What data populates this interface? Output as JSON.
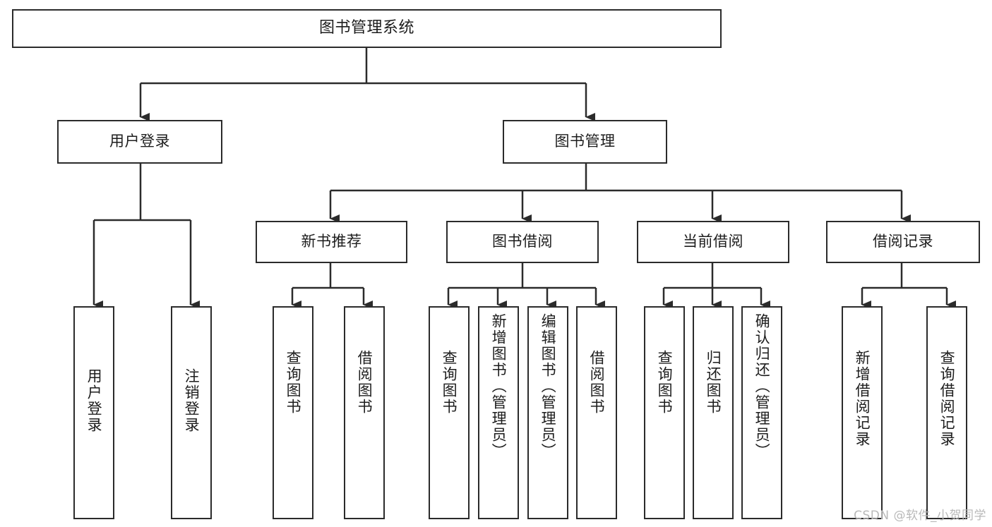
{
  "diagram": {
    "title": "图书管理系统",
    "type": "tree-hierarchy-diagram",
    "root": {
      "id": "root",
      "label": "图书管理系统"
    },
    "level2": [
      {
        "id": "user-login",
        "label": "用户登录"
      },
      {
        "id": "book-manage",
        "label": "图书管理"
      }
    ],
    "level3": [
      {
        "id": "new-book-recommend",
        "label": "新书推荐"
      },
      {
        "id": "book-borrow",
        "label": "图书借阅"
      },
      {
        "id": "current-borrow",
        "label": "当前借阅"
      },
      {
        "id": "borrow-record",
        "label": "借阅记录"
      }
    ],
    "leaves": {
      "user_login": [
        {
          "id": "leaf-user-login",
          "label": "用户登录"
        },
        {
          "id": "leaf-logout-login",
          "label": "注销登录"
        }
      ],
      "new_book_recommend": [
        {
          "id": "leaf-query-book-1",
          "label": "查询图书"
        },
        {
          "id": "leaf-borrow-book-1",
          "label": "借阅图书"
        }
      ],
      "book_borrow": [
        {
          "id": "leaf-query-book-2",
          "label": "查询图书"
        },
        {
          "id": "leaf-add-book",
          "label": "新增图书（管理员）"
        },
        {
          "id": "leaf-edit-book",
          "label": "编辑图书（管理员）"
        },
        {
          "id": "leaf-borrow-book-2",
          "label": "借阅图书"
        }
      ],
      "current_borrow": [
        {
          "id": "leaf-query-book-3",
          "label": "查询图书"
        },
        {
          "id": "leaf-return-book",
          "label": "归还图书"
        },
        {
          "id": "leaf-confirm-return",
          "label": "确认归还（管理员）"
        }
      ],
      "borrow_record": [
        {
          "id": "leaf-add-record",
          "label": "新增借阅记录"
        },
        {
          "id": "leaf-query-record",
          "label": "查询借阅记录"
        }
      ]
    }
  },
  "watermark": {
    "text": "CSDN @软件_小贺同学"
  },
  "colors": {
    "stroke": "#2b2b2b",
    "background": "#ffffff",
    "text": "#1d1d1d",
    "watermark": "#b9b9b9"
  }
}
